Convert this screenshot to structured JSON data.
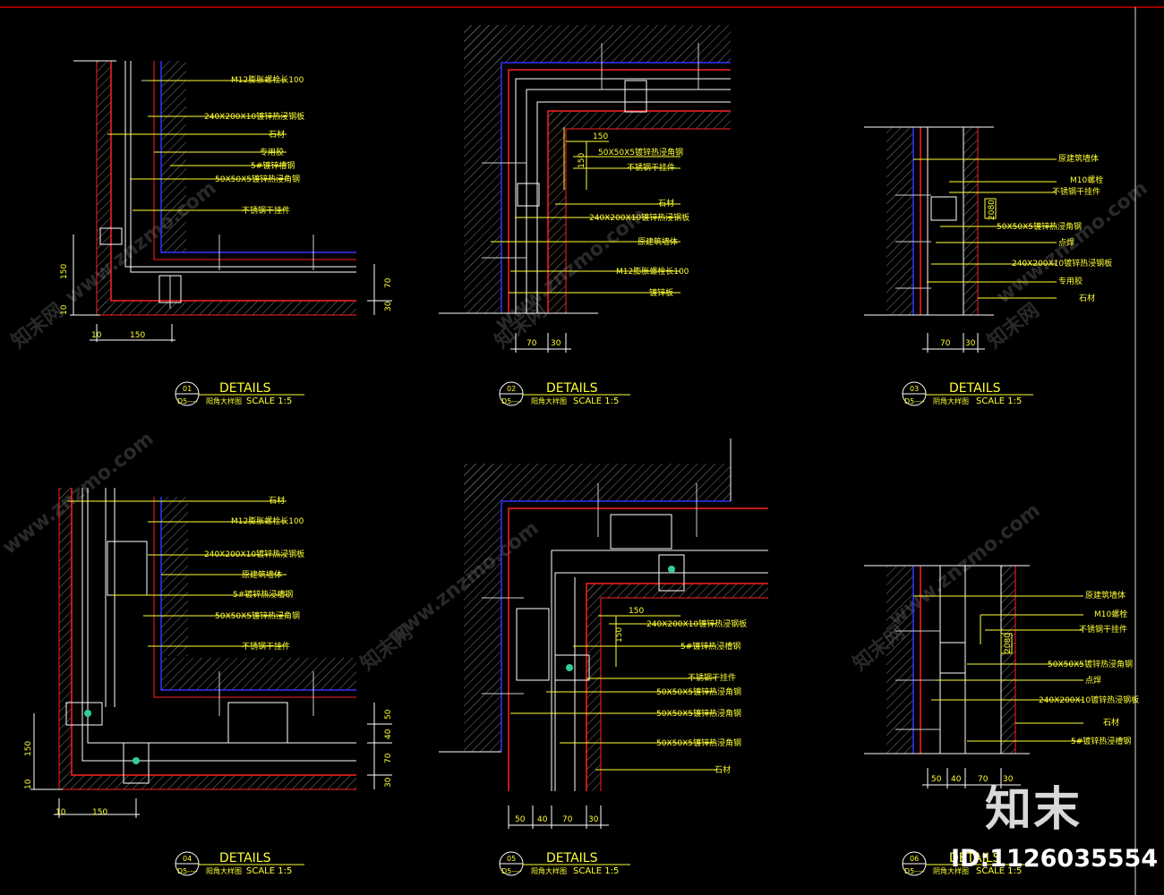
{
  "details": [
    {
      "id": "d1",
      "number": "01",
      "sheet": "D5----",
      "title": "DETAILS",
      "subtitle": "阳角大样图",
      "scale": "SCALE  1:5",
      "labels": [
        "M12膨胀螺栓长100",
        "240X200X10镀锌热浸钢板",
        "石材",
        "专用胶",
        "5#镀锌槽钢",
        "50X50X5镀锌热浸角钢",
        "不锈钢干挂件"
      ],
      "dims": [
        "150",
        "10",
        "150",
        "70",
        "30",
        "10"
      ]
    },
    {
      "id": "d2",
      "number": "02",
      "sheet": "D5----",
      "title": "DETAILS",
      "subtitle": "阳角大样图",
      "scale": "SCALE  1:5",
      "labels": [
        "50X50X5镀锌热浸角钢",
        "不锈钢干挂件",
        "石材",
        "240X200X10镀锌热浸钢板",
        "原建筑墙体",
        "M12膨胀螺栓长100",
        "镀锌板"
      ],
      "dims": [
        "150",
        "150",
        "70",
        "30"
      ]
    },
    {
      "id": "d3",
      "number": "03",
      "sheet": "D5----",
      "title": "DETAILS",
      "subtitle": "阴角大样图",
      "scale": "SCALE  1:5",
      "labels": [
        "原建筑墙体",
        "M10螺栓",
        "不锈钢干挂件",
        "50X50X5镀锌热浸角钢",
        "点焊",
        "240X200X10镀锌热浸钢板",
        "专用胶",
        "石材"
      ],
      "dims": [
        "70",
        "30",
        "2080"
      ]
    },
    {
      "id": "d4",
      "number": "04",
      "sheet": "D5----",
      "title": "DETAILS",
      "subtitle": "阳角大样图",
      "scale": "SCALE  1:5",
      "labels": [
        "石材",
        "M12膨胀螺栓长100",
        "240X200X10镀锌热浸钢板",
        "原建筑墙体",
        "5#镀锌热浸槽钢",
        "50X50X5镀锌热浸角钢",
        "不锈钢干挂件"
      ],
      "dims": [
        "150",
        "10",
        "150",
        "50",
        "40",
        "70",
        "30",
        "10"
      ]
    },
    {
      "id": "d5",
      "number": "05",
      "sheet": "D5----",
      "title": "DETAILS",
      "subtitle": "阳角大样图",
      "scale": "SCALE  1:5",
      "labels": [
        "240X200X10镀锌热浸钢板",
        "5#镀锌热浸槽钢",
        "不锈钢干挂件",
        "50X50X5镀锌热浸角钢",
        "50X50X5镀锌热浸角钢",
        "50X50X5镀锌热浸角钢",
        "石材"
      ],
      "dims": [
        "150",
        "150",
        "50",
        "40",
        "70",
        "30"
      ]
    },
    {
      "id": "d6",
      "number": "06",
      "sheet": "D5----",
      "title": "DETAILS",
      "subtitle": "阴角大样图",
      "scale": "SCALE  1:5",
      "labels": [
        "原建筑墙体",
        "M10螺栓",
        "不锈钢干挂件",
        "50X50X5镀锌热浸角钢",
        "点焊",
        "240X200X10镀锌热浸钢板",
        "石材",
        "5#镀锌热浸槽钢"
      ],
      "dims": [
        "50",
        "40",
        "70",
        "30",
        "2080"
      ]
    }
  ],
  "watermark": {
    "logo": "知末",
    "id_text": "ID:1126035554",
    "tiled_text": "www.znzmo.com",
    "tiled_brand": "知末网"
  },
  "colors": {
    "background": "#000000",
    "text": "#ffff33",
    "stone_line": "#ff2020",
    "wall_line": "#3333ff",
    "steel_line": "#ffffff",
    "hatch": "#8a8a8a",
    "bolt": "#33cc99",
    "frame_red": "#cc0000"
  }
}
